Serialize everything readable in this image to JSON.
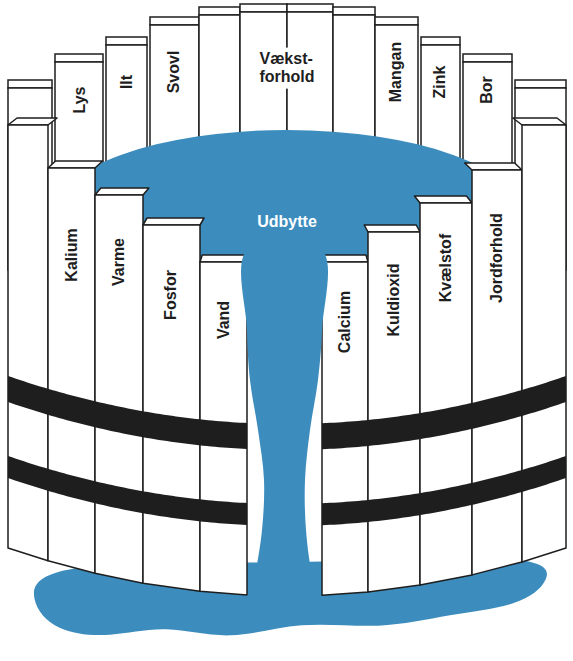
{
  "diagram": {
    "nodes": [
      {
        "text": [
          "Lys"
        ]
      },
      {
        "text": [
          "Ilt"
        ]
      },
      {
        "text": [
          "Svovl"
        ]
      },
      {
        "text": [
          "Vækst- forhold"
        ]
      },
      {
        "text": [
          "Mangan"
        ]
      },
      {
        "text": [
          "Zink"
        ]
      },
      {
        "text": [
          "Bor"
        ]
      },
      {
        "text": [
          "Udbytte"
        ]
      },
      {
        "text": [
          "Kalium"
        ]
      },
      {
        "text": [
          "Varme"
        ]
      },
      {
        "text": [
          "Fosfor"
        ]
      },
      {
        "text": [
          "Vand"
        ]
      },
      {
        "text": [
          "Calcium"
        ]
      },
      {
        "text": [
          "Kuldioxid"
        ]
      },
      {
        "text": [
          "Kvælstof"
        ]
      },
      {
        "text": [
          "Jordforhold"
        ]
      }
    ]
  }
}
